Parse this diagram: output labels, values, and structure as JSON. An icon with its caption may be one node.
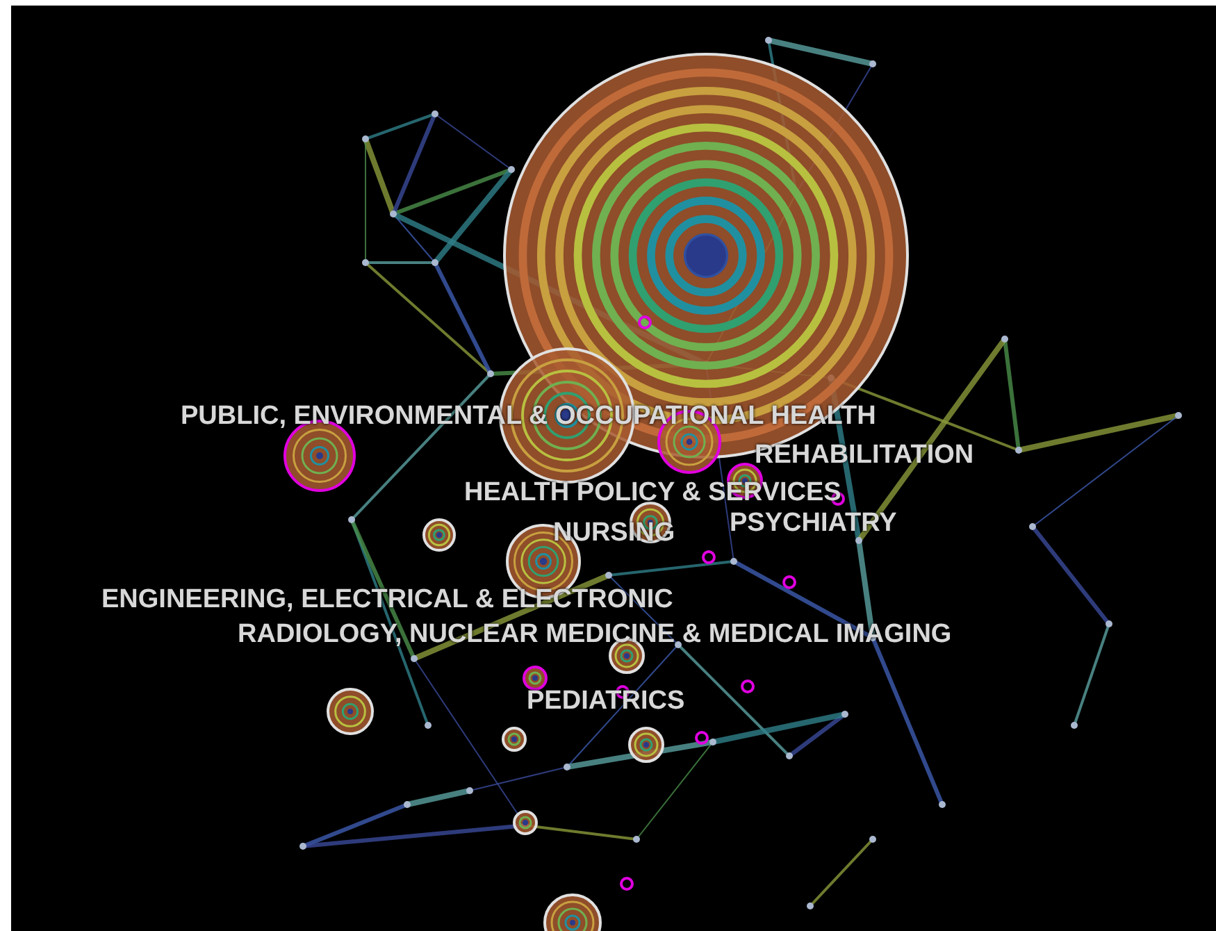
{
  "diagram": {
    "labels": [
      "PUBLIC, ENVIRONMENTAL & OCCUPATIONAL HEALTH",
      "REHABILITATION",
      "HEALTH POLICY & SERVICES",
      "PSYCHIATRY",
      "NURSING",
      "ENGINEERING, ELECTRICAL & ELECTRONIC",
      "RADIOLOGY, NUCLEAR MEDICINE & MEDICAL IMAGING",
      "PEDIATRICS"
    ]
  }
}
